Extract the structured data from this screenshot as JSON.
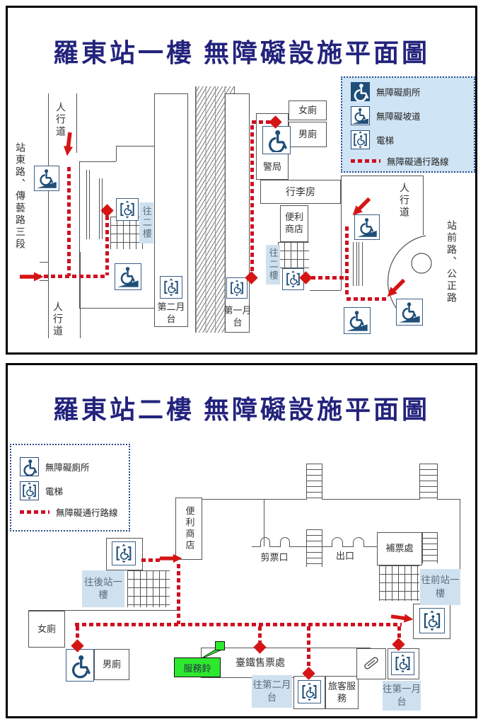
{
  "colors": {
    "title_navy": "#23237d",
    "icon_navy": "#1f4e79",
    "route_red": "#cf1020",
    "legend_bg_1f": "#cfe4f4",
    "label_bg": "#cfe1ef",
    "service_green": "#2ee82e"
  },
  "panel1": {
    "title": "羅東站一樓  無障礙設施平面圖",
    "legend": {
      "items": [
        {
          "icon": "accessible-toilet",
          "label": "無障礙廁所"
        },
        {
          "icon": "ramp",
          "label": "無障礙坡道"
        },
        {
          "icon": "elevator",
          "label": "電梯"
        },
        {
          "icon": "route",
          "label": "無障礙通行路線"
        }
      ]
    },
    "labels": {
      "street_west": "站東路、傳藝路三段",
      "sidewalk_top": "人行道",
      "sidewalk_bottom": "人行道",
      "sidewalk_right": "人行道",
      "street_east": "站前路、公正路",
      "to_2f_west": "往二樓",
      "to_2f_east": "往二樓",
      "platform2": "第二月台",
      "platform1": "第一月台",
      "women_toilet": "女廁",
      "men_toilet": "男廁",
      "police": "警局",
      "luggage": "行李房",
      "store": "便利商店"
    }
  },
  "panel2": {
    "title": "羅東站二樓  無障礙設施平面圖",
    "legend": {
      "items": [
        {
          "icon": "accessible-toilet",
          "label": "無障礙廁所"
        },
        {
          "icon": "elevator",
          "label": "電梯"
        },
        {
          "icon": "route",
          "label": "無障礙通行路線"
        }
      ]
    },
    "labels": {
      "store": "便利商店",
      "gates": "剪票口",
      "exit": "出口",
      "fare_adjust": "補票處",
      "to_rear_1f": "往後站一樓",
      "to_front_1f": "往前站一樓",
      "women_toilet": "女廁",
      "men_toilet": "男廁",
      "ticket_office": "臺鐵售票處",
      "service_bell": "服務鈴",
      "to_platform2": "往第二月台",
      "to_platform1": "往第一月台",
      "passenger_service": "旅客服務"
    }
  }
}
